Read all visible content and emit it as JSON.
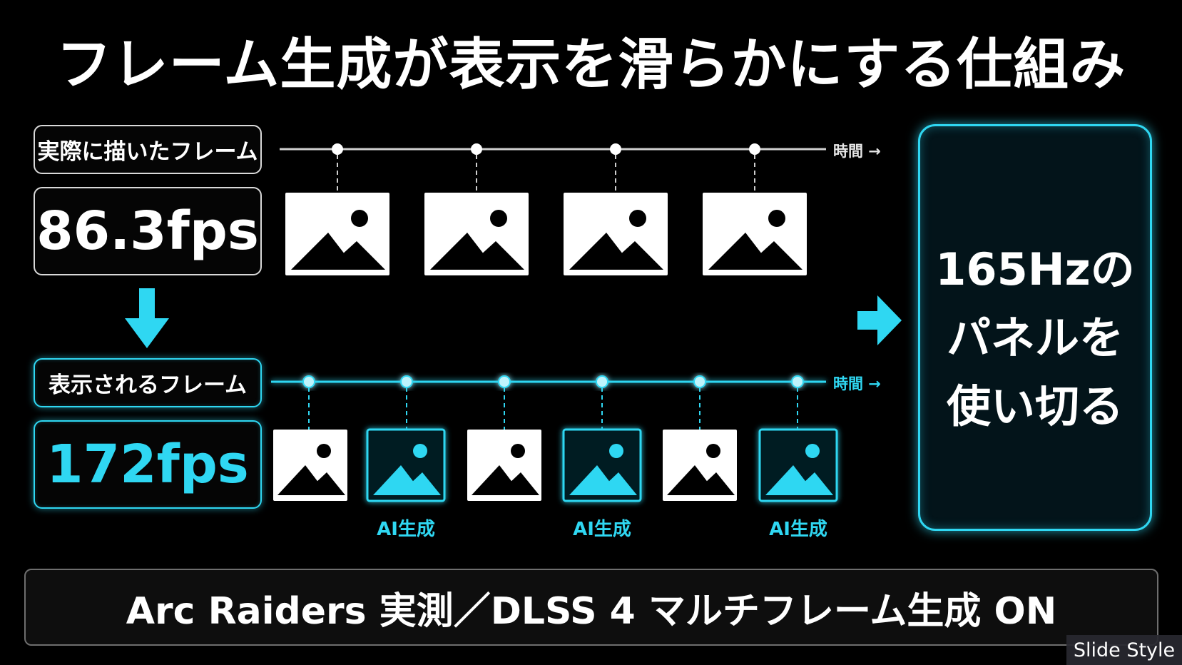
{
  "title": "フレーム生成が表示を滑らかにする仕組み",
  "actual": {
    "label": "実際に描いたフレーム",
    "fps": "86.3fps",
    "time_label": "時間 →"
  },
  "display": {
    "label": "表示されるフレーム",
    "fps": "172fps",
    "time_label": "時間 →",
    "ai_labels": [
      "AI生成",
      "AI生成",
      "AI生成"
    ]
  },
  "panel": {
    "lines": [
      "165Hzの",
      "パネルを",
      "使い切る"
    ]
  },
  "footer": {
    "text": "Arc Raiders 実測／DLSS 4 マルチフレーム生成 ON"
  },
  "watermark": "Slide Style",
  "icons": {
    "frame": "image-placeholder-icon",
    "arrow_down": "arrow-down-icon",
    "arrow_right": "arrow-right-icon"
  },
  "colors": {
    "background": "#000000",
    "accent": "#2fd7f2",
    "text": "#ffffff"
  }
}
